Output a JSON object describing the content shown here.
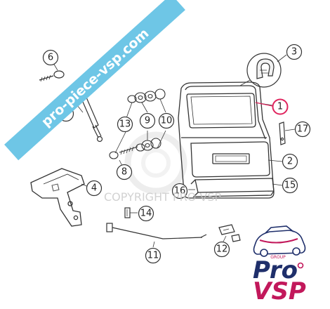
{
  "banner": {
    "text": "pro-piece-vsp.com",
    "color": "#6ec6e6"
  },
  "watermark": {
    "text": "COPYRIGHT PRO VSP"
  },
  "callouts": [
    {
      "id": "c1",
      "number": "1",
      "highlight_color": "#e0245e"
    },
    {
      "id": "c2",
      "number": "2"
    },
    {
      "id": "c3",
      "number": "3"
    },
    {
      "id": "c4",
      "number": "4"
    },
    {
      "id": "c6",
      "number": "6"
    },
    {
      "id": "c7",
      "number": "7"
    },
    {
      "id": "c8",
      "number": "8"
    },
    {
      "id": "c9",
      "number": "9"
    },
    {
      "id": "c10",
      "number": "10"
    },
    {
      "id": "c11",
      "number": "11"
    },
    {
      "id": "c12",
      "number": "12"
    },
    {
      "id": "c13",
      "number": "13"
    },
    {
      "id": "c14",
      "number": "14"
    },
    {
      "id": "c15",
      "number": "15"
    },
    {
      "id": "c16",
      "number": "16"
    },
    {
      "id": "c17",
      "number": "17"
    }
  ],
  "logo": {
    "group_text": "GROUP",
    "line1": "Pro",
    "line2": "VSP",
    "pink": "#c2185b",
    "navy": "#1f2f6b"
  }
}
